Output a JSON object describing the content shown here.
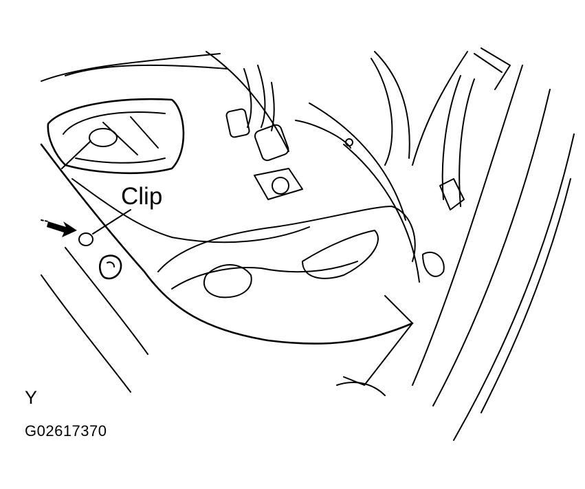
{
  "callout": {
    "label": "Clip"
  },
  "view_marker": "Y",
  "figure_id": "G02617370",
  "colors": {
    "line": "#000000",
    "background": "#ffffff"
  },
  "icons": [
    "arrow-icon"
  ]
}
